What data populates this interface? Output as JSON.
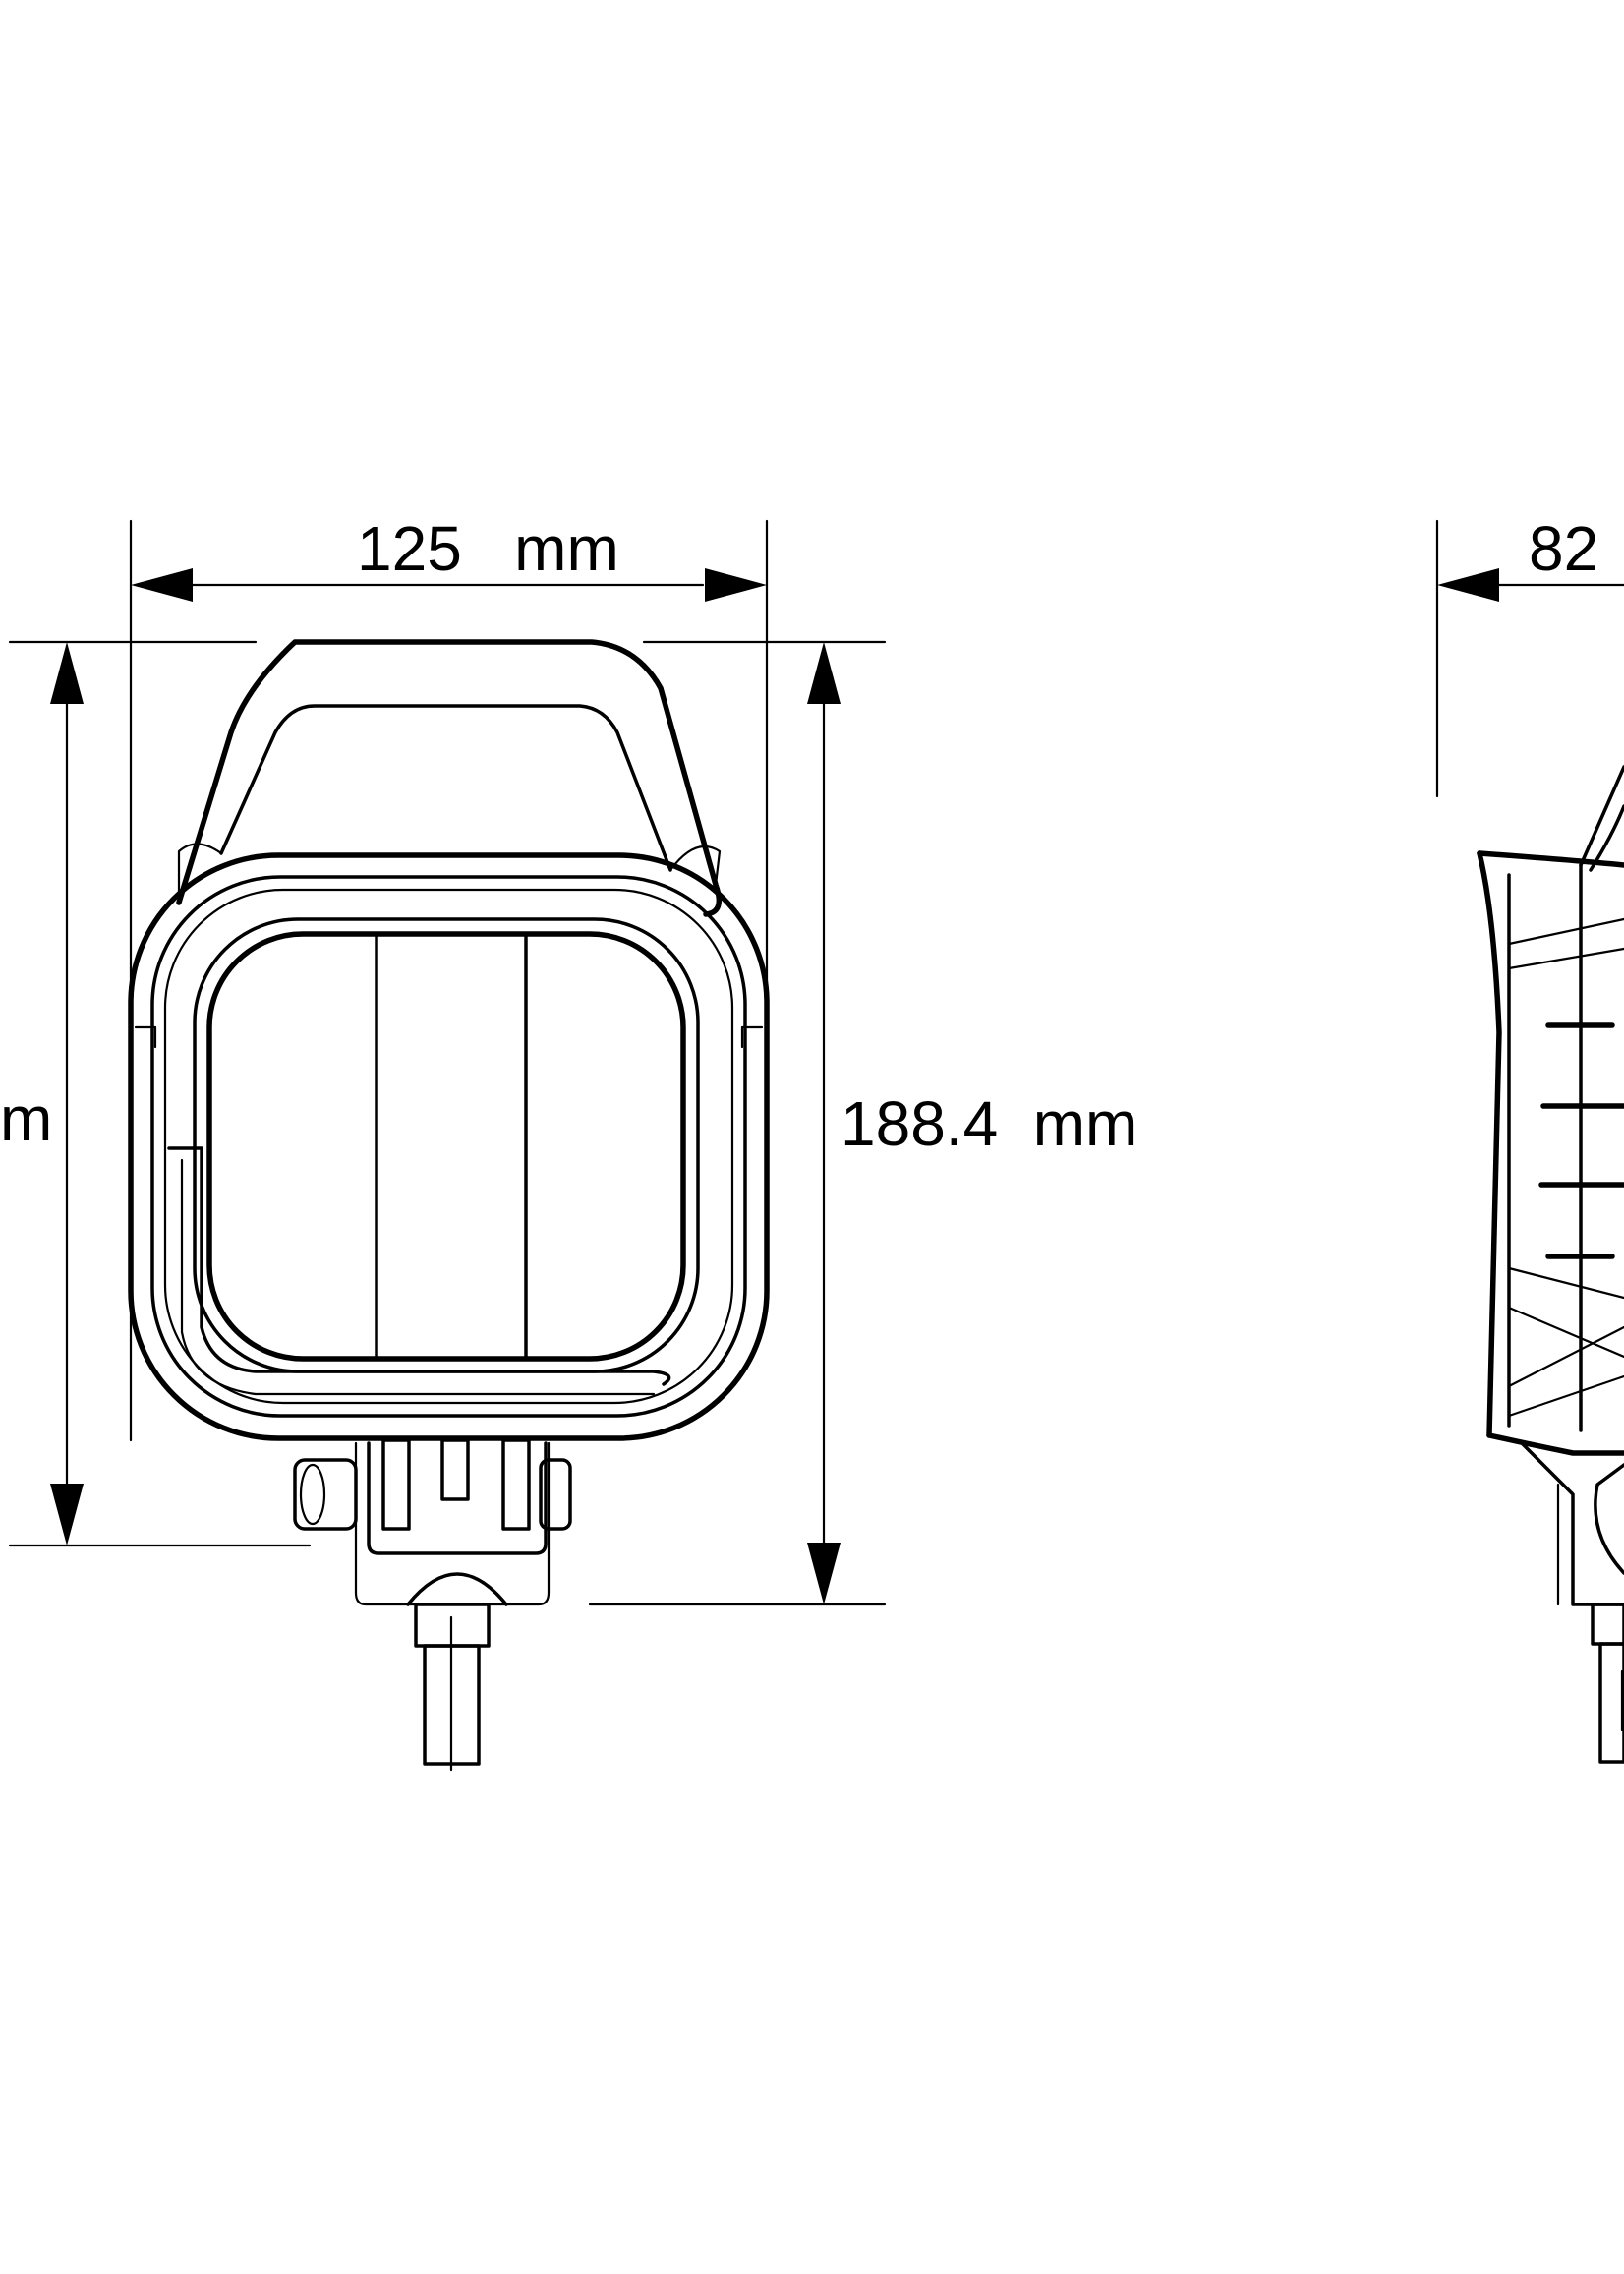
{
  "dimensions": {
    "width_label": "125   mm",
    "height_label": "188.4  mm",
    "height_left_partial": "m",
    "depth_label": "82"
  },
  "colors": {
    "line": "#000000",
    "background": "#ffffff"
  }
}
